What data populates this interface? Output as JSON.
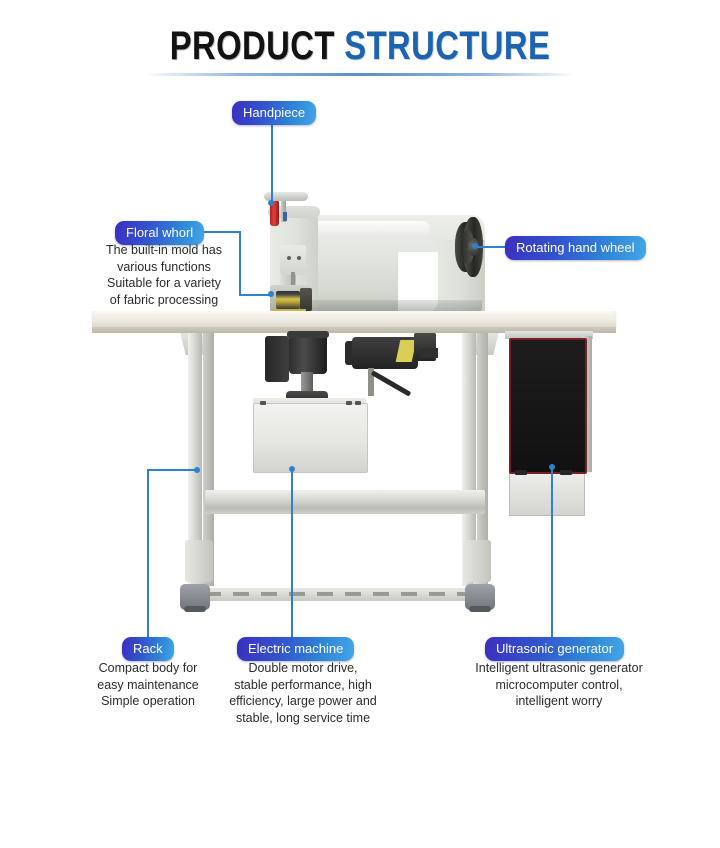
{
  "page": {
    "title_black": "PRODUCT ",
    "title_blue": "STRUCTURE",
    "accent_color": "#2f80d0",
    "badge_gradient_start": "#3b2fbe",
    "badge_gradient_end": "#44a6e6",
    "title_black_color": "#121212",
    "title_blue_color": "#1e63b0"
  },
  "callouts": [
    {
      "id": "handpiece",
      "label": "Handpiece",
      "caption": "",
      "icon": "handpiece-icon"
    },
    {
      "id": "floral-whorl",
      "label": "Floral whorl",
      "caption": "The built-in mold has\nvarious functions\nSuitable for a variety\nof fabric processing",
      "icon": "floral-whorl-icon"
    },
    {
      "id": "rotating-hand-wheel",
      "label": "Rotating hand wheel",
      "caption": "",
      "icon": "hand-wheel-icon"
    },
    {
      "id": "rack",
      "label": "Rack",
      "caption": "Compact body for\neasy maintenance\nSimple operation",
      "icon": "rack-icon"
    },
    {
      "id": "electric-machine",
      "label": "Electric machine",
      "caption": "Double motor drive,\nstable performance, high\nefficiency, large power and\nstable, long service time",
      "icon": "motor-icon"
    },
    {
      "id": "ultrasonic-generator",
      "label": "Ultrasonic generator",
      "caption": "Intelligent ultrasonic generator\nmicrocomputer control,\nintelligent worry",
      "icon": "generator-icon"
    }
  ],
  "machine": {
    "product": "Ultrasonic lace sewing machine",
    "parts": {
      "handpiece": "handpiece",
      "head": "machine-head",
      "hand_wheel": "rotating-hand-wheel",
      "floral_whorl": "floral-whorl-roller",
      "table_top": "work-table",
      "motors": "dual-motor-drive",
      "electric_box": "electric-control-box",
      "rack": "machine-rack-stand",
      "generator": "ultrasonic-generator-panel"
    },
    "generator_panel": {
      "meter_1_label": "",
      "meter_2_label": "",
      "knob_1_label": "",
      "knob_2_label": "",
      "knob_3_label": "",
      "button_row_label": "",
      "red_button_label": "",
      "power_switch_label": ""
    }
  }
}
